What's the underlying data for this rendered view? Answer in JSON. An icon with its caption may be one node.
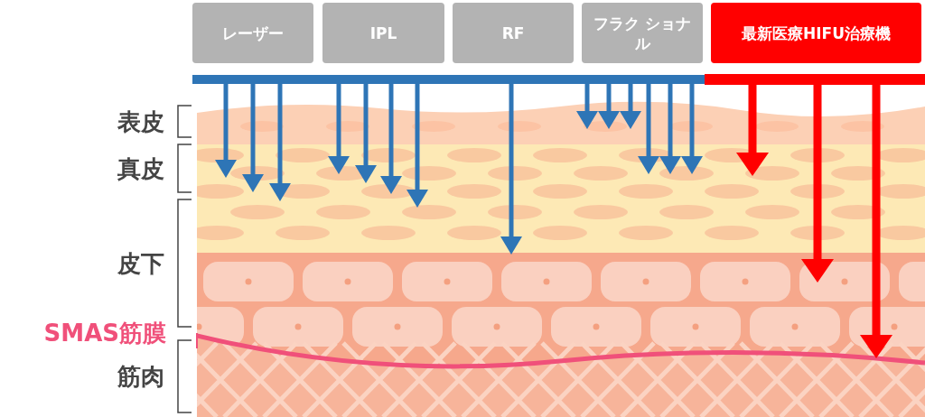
{
  "diagram": {
    "nodes": [
      {
        "text": [
          "レーザー"
        ]
      },
      {
        "text": [
          "IPL"
        ]
      },
      {
        "text": [
          "RF"
        ]
      },
      {
        "text": [
          "フラク ショナル"
        ]
      },
      {
        "text": [
          "最新医療HIFU治療機"
        ]
      },
      {
        "text": [],
        "shape": "bar"
      },
      {
        "text": [],
        "shape": "bar"
      },
      {
        "text": [
          "SMAS筋膜"
        ]
      }
    ],
    "edges": [
      {
        "from": 5,
        "to": null,
        "arrow": "to"
      },
      {
        "from": 5,
        "to": null,
        "arrow": "to"
      },
      {
        "from": 5,
        "to": null,
        "arrow": "to"
      },
      {
        "from": 5,
        "to": null,
        "arrow": "to"
      },
      {
        "from": 5,
        "to": null,
        "arrow": "to"
      },
      {
        "from": 5,
        "to": null,
        "arrow": "to"
      },
      {
        "from": 5,
        "to": null,
        "arrow": "to"
      },
      {
        "from": 5,
        "to": null,
        "arrow": "to"
      },
      {
        "from": 5,
        "to": null,
        "arrow": "to"
      },
      {
        "from": 5,
        "to": null,
        "arrow": "to"
      },
      {
        "from": 5,
        "to": null,
        "arrow": "to"
      },
      {
        "from": 5,
        "to": null,
        "arrow": "to"
      },
      {
        "from": 5,
        "to": null,
        "arrow": "to"
      },
      {
        "from": 5,
        "to": null,
        "arrow": "to"
      },
      {
        "from": 6,
        "to": null,
        "arrow": "to",
        "style": "thick",
        "color": "#ff0000"
      },
      {
        "from": 6,
        "to": null,
        "arrow": "to",
        "style": "thick",
        "color": "#ff0000"
      },
      {
        "from": 6,
        "to": null,
        "arrow": "to",
        "style": "thick",
        "color": "#ff0000"
      },
      {
        "from": 7,
        "to": null,
        "arrow": "none",
        "color": "#f0507a"
      }
    ],
    "labels": [
      "表皮",
      "真皮",
      "皮下",
      "筋肉"
    ]
  }
}
